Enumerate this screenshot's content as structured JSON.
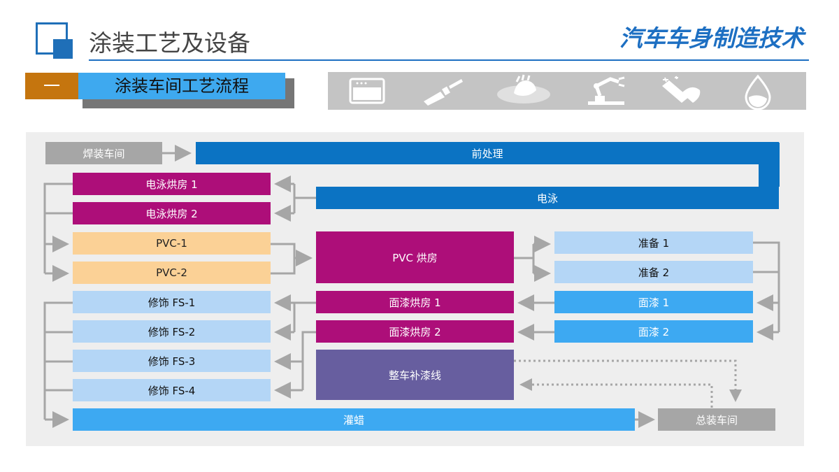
{
  "header": {
    "title": "涂装工艺及设备",
    "brand": "汽车车身制造技术"
  },
  "section": {
    "number": "一",
    "label": "涂装车间工艺流程"
  },
  "icon_strip": [
    "tank-icon",
    "paint-brush-icon",
    "hand-sanding-icon",
    "robot-arm-icon",
    "polishing-icon",
    "droplet-icon"
  ],
  "flow": {
    "welding": "焊装车间",
    "pretreatment": "前处理",
    "electro": "电泳",
    "electro_oven_1": "电泳烘房 1",
    "electro_oven_2": "电泳烘房 2",
    "pvc_1": "PVC-1",
    "pvc_2": "PVC-2",
    "pvc_oven": "PVC 烘房",
    "prep_1": "准备 1",
    "prep_2": "准备 2",
    "topcoat_1": "面漆 1",
    "topcoat_2": "面漆 2",
    "topcoat_oven_1": "面漆烘房 1",
    "topcoat_oven_2": "面漆烘房 2",
    "touchup": "整车补漆线",
    "finish_1": "修饰 FS-1",
    "finish_2": "修饰 FS-2",
    "finish_3": "修饰 FS-3",
    "finish_4": "修饰 FS-4",
    "wax": "灌蜡",
    "assembly": "总装车间"
  },
  "colors": {
    "brand_blue": "#1d6fc2",
    "process_blue": "#0b73c3",
    "oven_magenta": "#ad0e79",
    "pvc_peach": "#fbd196",
    "light_blue": "#b4d6f6",
    "sky_blue": "#3da9f2",
    "touchup_purple": "#675e9f",
    "shop_gray": "#a6a6a6",
    "accent_orange": "#c5750e"
  }
}
